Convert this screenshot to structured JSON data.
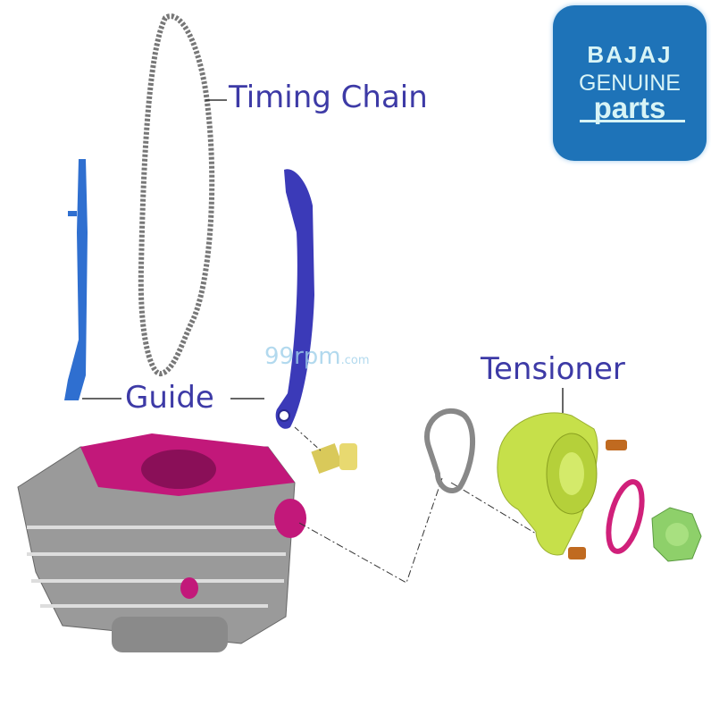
{
  "labels": {
    "timing_chain": "Timing Chain",
    "guide": "Guide",
    "tensioner": "Tensioner"
  },
  "logo": {
    "brand": "BAJAJ",
    "line2": "GENUINE",
    "line3": "parts"
  },
  "watermark": {
    "main": "99rpm",
    "suffix": ".com"
  },
  "colors": {
    "label": "#3d3aa6",
    "logo_bg": "#1e73b8",
    "guide_left": "#2f6fd0",
    "guide_right": "#3b3ab8",
    "cylinder": "#9a9a9a",
    "cylinder_head": "#c2187a",
    "tensioner": "#c6e04a"
  }
}
